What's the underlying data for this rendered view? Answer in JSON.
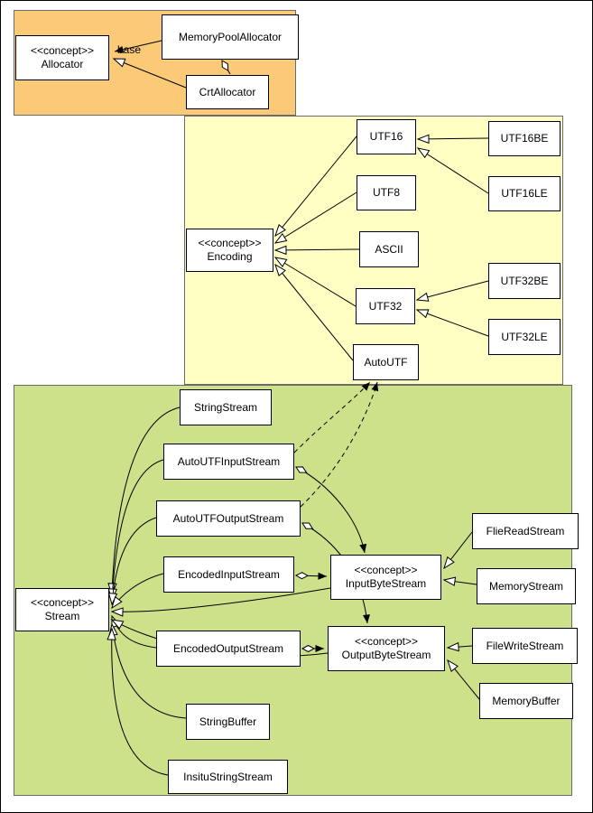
{
  "diagram": {
    "regions": {
      "allocator": {
        "name": "allocator-region"
      },
      "encoding": {
        "name": "encoding-region"
      },
      "stream": {
        "name": "stream-region"
      }
    },
    "colors": {
      "allocator_region": "#fbca76",
      "encoding_region": "#ffffc4",
      "stream_region": "#cde08a",
      "node_fill": "#ffffff",
      "line": "#000000"
    },
    "edge_labels": {
      "base": "base"
    },
    "nodes": {
      "allocator": {
        "stereotype": "<<concept>>",
        "name": "Allocator"
      },
      "memory_pool_allocator": {
        "name": "MemoryPoolAllocator"
      },
      "crt_allocator": {
        "name": "CrtAllocator"
      },
      "encoding": {
        "stereotype": "<<concept>>",
        "name": "Encoding"
      },
      "utf16": {
        "name": "UTF16"
      },
      "utf8": {
        "name": "UTF8"
      },
      "ascii": {
        "name": "ASCII"
      },
      "utf32": {
        "name": "UTF32"
      },
      "autoutf": {
        "name": "AutoUTF"
      },
      "utf16be": {
        "name": "UTF16BE"
      },
      "utf16le": {
        "name": "UTF16LE"
      },
      "utf32be": {
        "name": "UTF32BE"
      },
      "utf32le": {
        "name": "UTF32LE"
      },
      "stream": {
        "stereotype": "<<concept>>",
        "name": "Stream"
      },
      "string_stream": {
        "name": "StringStream"
      },
      "autoutf_input_stream": {
        "name": "AutoUTFInputStream"
      },
      "autoutf_output_stream": {
        "name": "AutoUTFOutputStream"
      },
      "encoded_input_stream": {
        "name": "EncodedInputStream"
      },
      "encoded_output_stream": {
        "name": "EncodedOutputStream"
      },
      "string_buffer": {
        "name": "StringBuffer"
      },
      "insitu_string_stream": {
        "name": "InsituStringStream"
      },
      "input_byte_stream": {
        "stereotype": "<<concept>>",
        "name": "InputByteStream"
      },
      "output_byte_stream": {
        "stereotype": "<<concept>>",
        "name": "OutputByteStream"
      },
      "flie_read_stream": {
        "name": "FlieReadStream"
      },
      "memory_stream": {
        "name": "MemoryStream"
      },
      "file_write_stream": {
        "name": "FileWriteStream"
      },
      "memory_buffer": {
        "name": "MemoryBuffer"
      }
    },
    "relations": [
      {
        "from": "MemoryPoolAllocator",
        "to": "Allocator",
        "type": "arrow",
        "label": "base"
      },
      {
        "from": "CrtAllocator",
        "to": "Allocator",
        "type": "generalization"
      },
      {
        "from": "MemoryPoolAllocator",
        "to": "CrtAllocator",
        "type": "aggregation"
      },
      {
        "from": "UTF16",
        "to": "Encoding",
        "type": "generalization"
      },
      {
        "from": "UTF8",
        "to": "Encoding",
        "type": "generalization"
      },
      {
        "from": "ASCII",
        "to": "Encoding",
        "type": "generalization"
      },
      {
        "from": "UTF32",
        "to": "Encoding",
        "type": "generalization"
      },
      {
        "from": "AutoUTF",
        "to": "Encoding",
        "type": "generalization"
      },
      {
        "from": "UTF16BE",
        "to": "UTF16",
        "type": "generalization"
      },
      {
        "from": "UTF16LE",
        "to": "UTF16",
        "type": "generalization"
      },
      {
        "from": "UTF32BE",
        "to": "UTF32",
        "type": "generalization"
      },
      {
        "from": "UTF32LE",
        "to": "UTF32",
        "type": "generalization"
      },
      {
        "from": "StringStream",
        "to": "Stream",
        "type": "generalization"
      },
      {
        "from": "AutoUTFInputStream",
        "to": "Stream",
        "type": "generalization"
      },
      {
        "from": "AutoUTFOutputStream",
        "to": "Stream",
        "type": "generalization"
      },
      {
        "from": "EncodedInputStream",
        "to": "Stream",
        "type": "generalization"
      },
      {
        "from": "EncodedOutputStream",
        "to": "Stream",
        "type": "generalization"
      },
      {
        "from": "StringBuffer",
        "to": "Stream",
        "type": "generalization"
      },
      {
        "from": "InsituStringStream",
        "to": "Stream",
        "type": "generalization"
      },
      {
        "from": "InputByteStream",
        "to": "Stream",
        "type": "generalization"
      },
      {
        "from": "OutputByteStream",
        "to": "Stream",
        "type": "generalization"
      },
      {
        "from": "FlieReadStream",
        "to": "InputByteStream",
        "type": "generalization"
      },
      {
        "from": "MemoryStream",
        "to": "InputByteStream",
        "type": "generalization"
      },
      {
        "from": "FileWriteStream",
        "to": "OutputByteStream",
        "type": "generalization"
      },
      {
        "from": "MemoryBuffer",
        "to": "OutputByteStream",
        "type": "generalization"
      },
      {
        "from": "EncodedInputStream",
        "to": "InputByteStream",
        "type": "aggregation"
      },
      {
        "from": "EncodedOutputStream",
        "to": "OutputByteStream",
        "type": "aggregation"
      },
      {
        "from": "AutoUTFInputStream",
        "to": "InputByteStream",
        "type": "aggregation"
      },
      {
        "from": "AutoUTFOutputStream",
        "to": "OutputByteStream",
        "type": "aggregation"
      },
      {
        "from": "AutoUTFInputStream",
        "to": "AutoUTF",
        "type": "dependency"
      },
      {
        "from": "AutoUTFOutputStream",
        "to": "AutoUTF",
        "type": "dependency"
      }
    ]
  }
}
